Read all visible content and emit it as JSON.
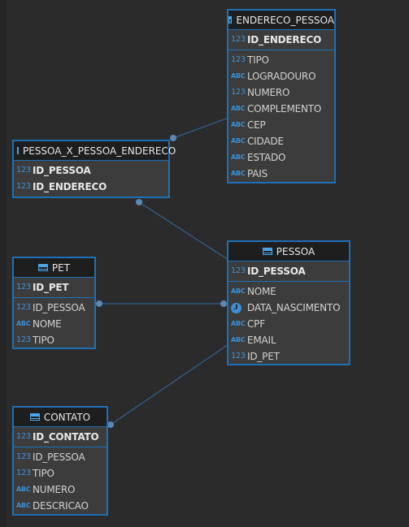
{
  "colors": {
    "background": "#2b2b2b",
    "entity_border": "#1f6fb5",
    "entity_body": "#3c3c3c",
    "header_bg": "#1e1e1e",
    "type_icon": "#3d8fd6",
    "link": "#2e5f8f",
    "dot": "#5a88b4"
  },
  "type_labels": {
    "number": "123",
    "text": "ABC",
    "date": "clock-icon"
  },
  "entities": {
    "endereco_pessoa": {
      "name": "ENDERECO_PESSOA",
      "pk": [
        {
          "name": "ID_ENDERECO",
          "type": "number"
        }
      ],
      "fields": [
        {
          "name": "TIPO",
          "type": "number"
        },
        {
          "name": "LOGRADOURO",
          "type": "text"
        },
        {
          "name": "NUMERO",
          "type": "number"
        },
        {
          "name": "COMPLEMENTO",
          "type": "text"
        },
        {
          "name": "CEP",
          "type": "text"
        },
        {
          "name": "CIDADE",
          "type": "text"
        },
        {
          "name": "ESTADO",
          "type": "text"
        },
        {
          "name": "PAIS",
          "type": "text"
        }
      ]
    },
    "pessoa_x_pessoa_endereco": {
      "name": "PESSOA_X_PESSOA_ENDERECO",
      "pk": [
        {
          "name": "ID_PESSOA",
          "type": "number"
        },
        {
          "name": "ID_ENDERECO",
          "type": "number"
        }
      ],
      "fields": []
    },
    "pessoa": {
      "name": "PESSOA",
      "pk": [
        {
          "name": "ID_PESSOA",
          "type": "number"
        }
      ],
      "fields": [
        {
          "name": "NOME",
          "type": "text"
        },
        {
          "name": "DATA_NASCIMENTO",
          "type": "date"
        },
        {
          "name": "CPF",
          "type": "text"
        },
        {
          "name": "EMAIL",
          "type": "text"
        },
        {
          "name": "ID_PET",
          "type": "number"
        }
      ]
    },
    "pet": {
      "name": "PET",
      "pk": [
        {
          "name": "ID_PET",
          "type": "number"
        }
      ],
      "fields": [
        {
          "name": "ID_PESSOA",
          "type": "number"
        },
        {
          "name": "NOME",
          "type": "text"
        },
        {
          "name": "TIPO",
          "type": "number"
        }
      ]
    },
    "contato": {
      "name": "CONTATO",
      "pk": [
        {
          "name": "ID_CONTATO",
          "type": "number"
        }
      ],
      "fields": [
        {
          "name": "ID_PESSOA",
          "type": "number"
        },
        {
          "name": "TIPO",
          "type": "number"
        },
        {
          "name": "NUMERO",
          "type": "text"
        },
        {
          "name": "DESCRICAO",
          "type": "text"
        }
      ]
    }
  },
  "relationships": [
    {
      "from": "pessoa_x_pessoa_endereco",
      "to": "endereco_pessoa"
    },
    {
      "from": "pessoa_x_pessoa_endereco",
      "to": "pessoa"
    },
    {
      "from": "pet",
      "to": "pessoa"
    },
    {
      "from": "contato",
      "to": "pessoa"
    }
  ]
}
